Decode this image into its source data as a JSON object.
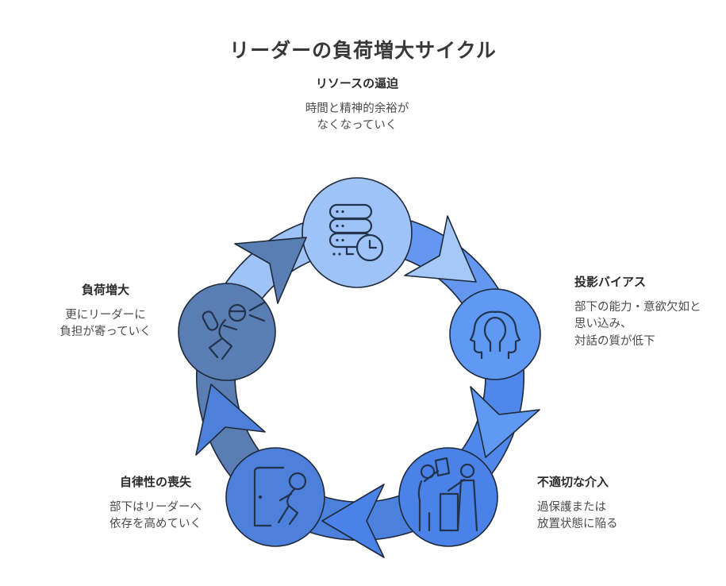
{
  "title": "リーダーの負荷増大サイクル",
  "nodes": [
    {
      "id": "resource-pressure",
      "label": "リソースの逼迫",
      "desc": "時間と精神的余裕が\nなくなっていく",
      "color": "#9fc2f7",
      "icon": "server-clock-icon"
    },
    {
      "id": "projection-bias",
      "label": "投影バイアス",
      "desc": "部下の能力・意欲欠如と\n思い込み、\n対話の質が低下",
      "color": "#5f99f3",
      "icon": "two-profiles-icon"
    },
    {
      "id": "improper-intervention",
      "label": "不適切な介入",
      "desc": "過保護または\n放置状態に陥る",
      "color": "#4b82e8",
      "icon": "handover-icon"
    },
    {
      "id": "autonomy-loss",
      "label": "自律性の喪失",
      "desc": "部下はリーダーへ\n依存を高めていく",
      "color": "#4d80da",
      "icon": "door-person-icon"
    },
    {
      "id": "load-increase",
      "label": "負荷増大",
      "desc": "更にリーダーに\n負担が寄っていく",
      "color": "#5a7db3",
      "icon": "running-person-icon"
    }
  ],
  "arrows": [
    {
      "from": "resource-pressure",
      "to": "projection-bias",
      "band": "#6397f0",
      "dart": "#a6c8f7"
    },
    {
      "from": "projection-bias",
      "to": "improper-intervention",
      "band": "#4f87ea",
      "dart": "#5f99f3"
    },
    {
      "from": "improper-intervention",
      "to": "autonomy-loss",
      "band": "#4b80dd",
      "dart": "#4b82e8"
    },
    {
      "from": "autonomy-loss",
      "to": "load-increase",
      "band": "#5a7db3",
      "dart": "#4d80da"
    },
    {
      "from": "load-increase",
      "to": "resource-pressure",
      "band": "#9fc2f7",
      "dart": "#5a7db3"
    }
  ],
  "theme": {
    "bg": "#ffffff",
    "outline": "#1e2a3a",
    "icon-stroke": "#22334d",
    "title-color": "#383838",
    "label-color": "#2b2b2b",
    "desc-color": "#4b4b4b"
  }
}
